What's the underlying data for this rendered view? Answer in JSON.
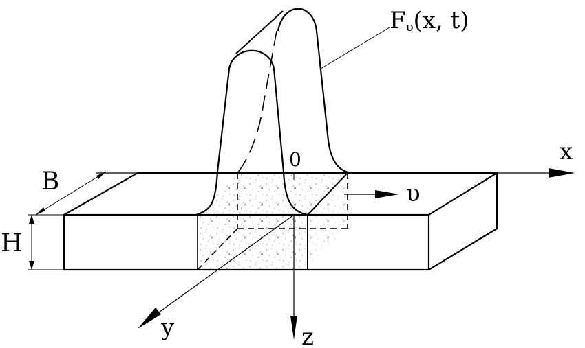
{
  "labels": {
    "force": "F",
    "force_sub": "υ",
    "force_args": "(x, t)",
    "origin": "0",
    "x_axis": "x",
    "y_axis": "y",
    "z_axis": "z",
    "velocity": "υ",
    "width": "B",
    "height": "H"
  },
  "colors": {
    "ink": "#000000",
    "background": "#ffffff"
  }
}
